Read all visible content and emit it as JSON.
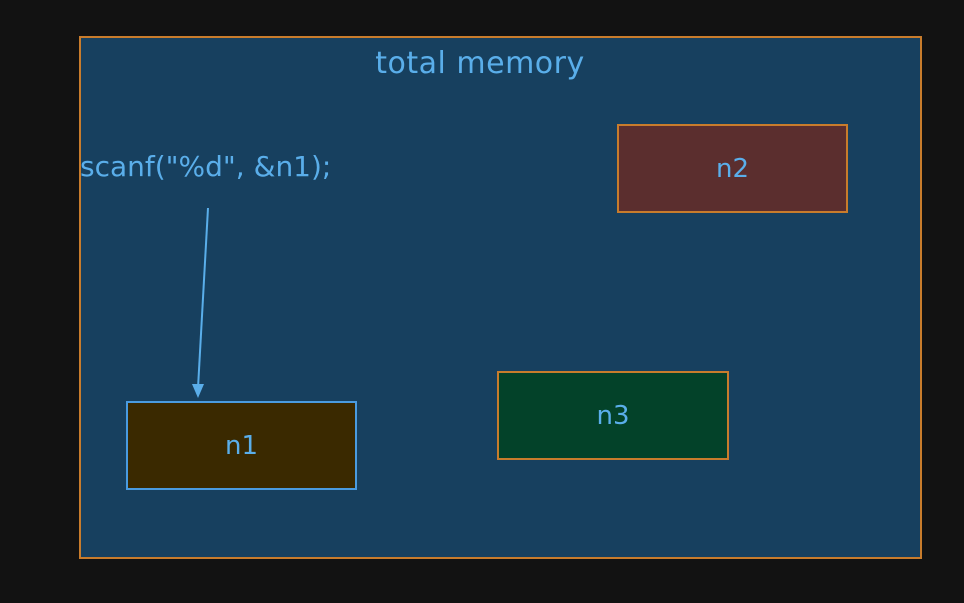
{
  "colors": {
    "background": "#121212",
    "memory_fill": "#17405f",
    "memory_border": "#c87c2c",
    "text": "#5aaeea",
    "n1_fill": "#3a2900",
    "n1_border": "#4a9be0",
    "n2_fill": "#5b2e2e",
    "n2_border": "#c87c2c",
    "n3_fill": "#034229",
    "n3_border": "#c87c2c",
    "arrow": "#5aaeea"
  },
  "diagram": {
    "title": "total memory",
    "code": "scanf(\"%d\", &n1);",
    "boxes": [
      {
        "id": "n1",
        "label": "n1"
      },
      {
        "id": "n2",
        "label": "n2"
      },
      {
        "id": "n3",
        "label": "n3"
      }
    ]
  }
}
